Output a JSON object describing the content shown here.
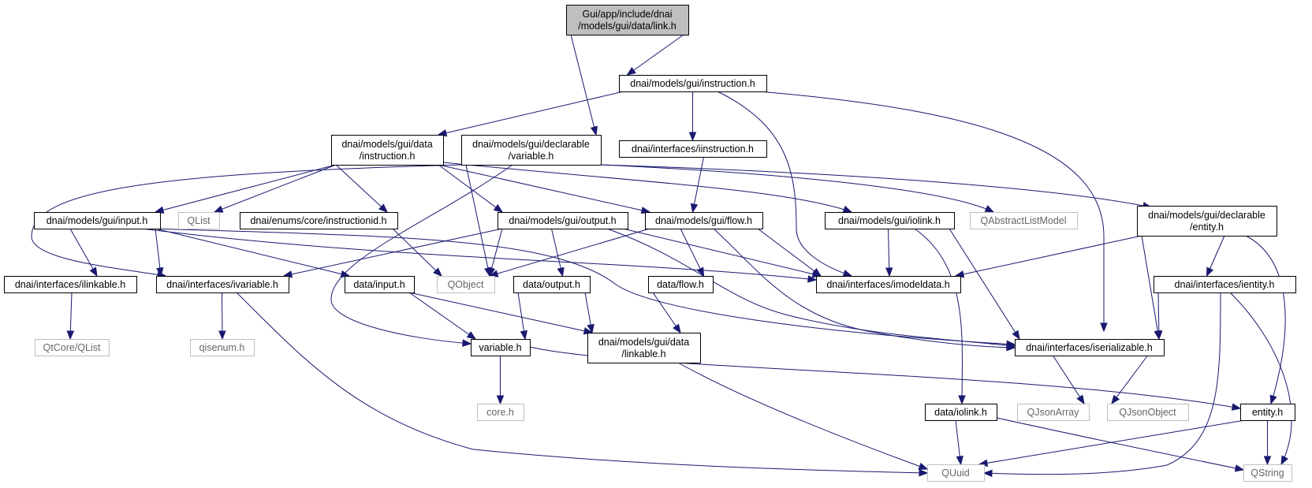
{
  "diagram": {
    "kind": "include-dependency-graph",
    "colors": {
      "edge": "#191970",
      "root_fill": "#bfbfbf",
      "node_fill": "#ffffff",
      "documented_border": "#000000",
      "external_border": "#bfbfbf",
      "external_text": "#666666"
    },
    "nodes": [
      {
        "id": "root",
        "lines": [
          "Gui/app/include/dnai",
          "/models/gui/data/link.h"
        ],
        "kind": "root"
      },
      {
        "id": "gui_instruction",
        "lines": [
          "dnai/models/gui/instruction.h"
        ],
        "kind": "documented"
      },
      {
        "id": "data_instruction",
        "lines": [
          "dnai/models/gui/data",
          "/instruction.h"
        ],
        "kind": "documented"
      },
      {
        "id": "declarable_variable",
        "lines": [
          "dnai/models/gui/declarable",
          "/variable.h"
        ],
        "kind": "documented"
      },
      {
        "id": "iinstruction",
        "lines": [
          "dnai/interfaces/iinstruction.h"
        ],
        "kind": "documented"
      },
      {
        "id": "gui_input",
        "lines": [
          "dnai/models/gui/input.h"
        ],
        "kind": "documented"
      },
      {
        "id": "qlist",
        "lines": [
          "QList"
        ],
        "kind": "external"
      },
      {
        "id": "instructionid",
        "lines": [
          "dnai/enums/core/instructionid.h"
        ],
        "kind": "documented"
      },
      {
        "id": "gui_output",
        "lines": [
          "dnai/models/gui/output.h"
        ],
        "kind": "documented"
      },
      {
        "id": "gui_flow",
        "lines": [
          "dnai/models/gui/flow.h"
        ],
        "kind": "documented"
      },
      {
        "id": "gui_iolink",
        "lines": [
          "dnai/models/gui/iolink.h"
        ],
        "kind": "documented"
      },
      {
        "id": "qabstractlistmodel",
        "lines": [
          "QAbstractListModel"
        ],
        "kind": "external"
      },
      {
        "id": "declarable_entity",
        "lines": [
          "dnai/models/gui/declarable",
          "/entity.h"
        ],
        "kind": "documented"
      },
      {
        "id": "ilinkable",
        "lines": [
          "dnai/interfaces/ilinkable.h"
        ],
        "kind": "documented"
      },
      {
        "id": "ivariable",
        "lines": [
          "dnai/interfaces/ivariable.h"
        ],
        "kind": "documented"
      },
      {
        "id": "data_input",
        "lines": [
          "data/input.h"
        ],
        "kind": "documented"
      },
      {
        "id": "qobject",
        "lines": [
          "QObject"
        ],
        "kind": "external"
      },
      {
        "id": "data_output",
        "lines": [
          "data/output.h"
        ],
        "kind": "documented"
      },
      {
        "id": "data_flow",
        "lines": [
          "data/flow.h"
        ],
        "kind": "documented"
      },
      {
        "id": "imodeldata",
        "lines": [
          "dnai/interfaces/imodeldata.h"
        ],
        "kind": "documented"
      },
      {
        "id": "ientity",
        "lines": [
          "dnai/interfaces/ientity.h"
        ],
        "kind": "documented"
      },
      {
        "id": "qtcore_qlist",
        "lines": [
          "QtCore/QList"
        ],
        "kind": "external"
      },
      {
        "id": "qisenum",
        "lines": [
          "qisenum.h"
        ],
        "kind": "external"
      },
      {
        "id": "variable",
        "lines": [
          "variable.h"
        ],
        "kind": "documented"
      },
      {
        "id": "data_linkable",
        "lines": [
          "dnai/models/gui/data",
          "/linkable.h"
        ],
        "kind": "documented"
      },
      {
        "id": "iserializable",
        "lines": [
          "dnai/interfaces/iserializable.h"
        ],
        "kind": "documented"
      },
      {
        "id": "core",
        "lines": [
          "core.h"
        ],
        "kind": "external"
      },
      {
        "id": "data_iolink",
        "lines": [
          "data/iolink.h"
        ],
        "kind": "documented"
      },
      {
        "id": "qjsonarray",
        "lines": [
          "QJsonArray"
        ],
        "kind": "external"
      },
      {
        "id": "qjsonobject",
        "lines": [
          "QJsonObject"
        ],
        "kind": "external"
      },
      {
        "id": "entity",
        "lines": [
          "entity.h"
        ],
        "kind": "documented"
      },
      {
        "id": "quuid",
        "lines": [
          "QUuid"
        ],
        "kind": "external"
      },
      {
        "id": "qstring",
        "lines": [
          "QString"
        ],
        "kind": "external"
      }
    ],
    "edges": [
      {
        "from": "root",
        "to": "gui_instruction"
      },
      {
        "from": "root",
        "to": "declarable_variable"
      },
      {
        "from": "gui_instruction",
        "to": "data_instruction"
      },
      {
        "from": "gui_instruction",
        "to": "iinstruction"
      },
      {
        "from": "gui_instruction",
        "to": "imodeldata"
      },
      {
        "from": "gui_instruction",
        "to": "iserializable"
      },
      {
        "from": "data_instruction",
        "to": "gui_input"
      },
      {
        "from": "data_instruction",
        "to": "qlist"
      },
      {
        "from": "data_instruction",
        "to": "instructionid"
      },
      {
        "from": "data_instruction",
        "to": "gui_output"
      },
      {
        "from": "data_instruction",
        "to": "gui_flow"
      },
      {
        "from": "data_instruction",
        "to": "gui_iolink"
      },
      {
        "from": "declarable_variable",
        "to": "ivariable"
      },
      {
        "from": "declarable_variable",
        "to": "variable"
      },
      {
        "from": "declarable_variable",
        "to": "qobject"
      },
      {
        "from": "declarable_variable",
        "to": "qabstractlistmodel"
      },
      {
        "from": "declarable_variable",
        "to": "declarable_entity"
      },
      {
        "from": "iinstruction",
        "to": "gui_flow"
      },
      {
        "from": "gui_input",
        "to": "ilinkable"
      },
      {
        "from": "gui_input",
        "to": "ivariable"
      },
      {
        "from": "gui_input",
        "to": "data_input"
      },
      {
        "from": "gui_input",
        "to": "imodeldata"
      },
      {
        "from": "gui_input",
        "to": "iserializable"
      },
      {
        "from": "instructionid",
        "to": "qobject"
      },
      {
        "from": "gui_output",
        "to": "ivariable"
      },
      {
        "from": "gui_output",
        "to": "qobject"
      },
      {
        "from": "gui_output",
        "to": "data_output"
      },
      {
        "from": "gui_output",
        "to": "imodeldata"
      },
      {
        "from": "gui_output",
        "to": "iserializable"
      },
      {
        "from": "gui_flow",
        "to": "qobject"
      },
      {
        "from": "gui_flow",
        "to": "data_flow"
      },
      {
        "from": "gui_flow",
        "to": "imodeldata"
      },
      {
        "from": "gui_flow",
        "to": "iserializable"
      },
      {
        "from": "gui_iolink",
        "to": "imodeldata"
      },
      {
        "from": "gui_iolink",
        "to": "iserializable"
      },
      {
        "from": "gui_iolink",
        "to": "data_iolink"
      },
      {
        "from": "declarable_entity",
        "to": "imodeldata"
      },
      {
        "from": "declarable_entity",
        "to": "ientity"
      },
      {
        "from": "declarable_entity",
        "to": "iserializable"
      },
      {
        "from": "declarable_entity",
        "to": "entity"
      },
      {
        "from": "ilinkable",
        "to": "qtcore_qlist"
      },
      {
        "from": "ivariable",
        "to": "qisenum"
      },
      {
        "from": "ivariable",
        "to": "quuid"
      },
      {
        "from": "data_input",
        "to": "variable"
      },
      {
        "from": "data_input",
        "to": "data_linkable"
      },
      {
        "from": "data_output",
        "to": "variable"
      },
      {
        "from": "data_output",
        "to": "data_linkable"
      },
      {
        "from": "data_flow",
        "to": "data_linkable"
      },
      {
        "from": "ientity",
        "to": "iserializable"
      },
      {
        "from": "ientity",
        "to": "quuid"
      },
      {
        "from": "ientity",
        "to": "qstring"
      },
      {
        "from": "variable",
        "to": "core"
      },
      {
        "from": "variable",
        "to": "entity"
      },
      {
        "from": "data_linkable",
        "to": "quuid"
      },
      {
        "from": "iserializable",
        "to": "qjsonarray"
      },
      {
        "from": "iserializable",
        "to": "qjsonobject"
      },
      {
        "from": "data_iolink",
        "to": "quuid"
      },
      {
        "from": "data_iolink",
        "to": "qstring"
      },
      {
        "from": "entity",
        "to": "quuid"
      },
      {
        "from": "entity",
        "to": "qstring"
      }
    ]
  }
}
